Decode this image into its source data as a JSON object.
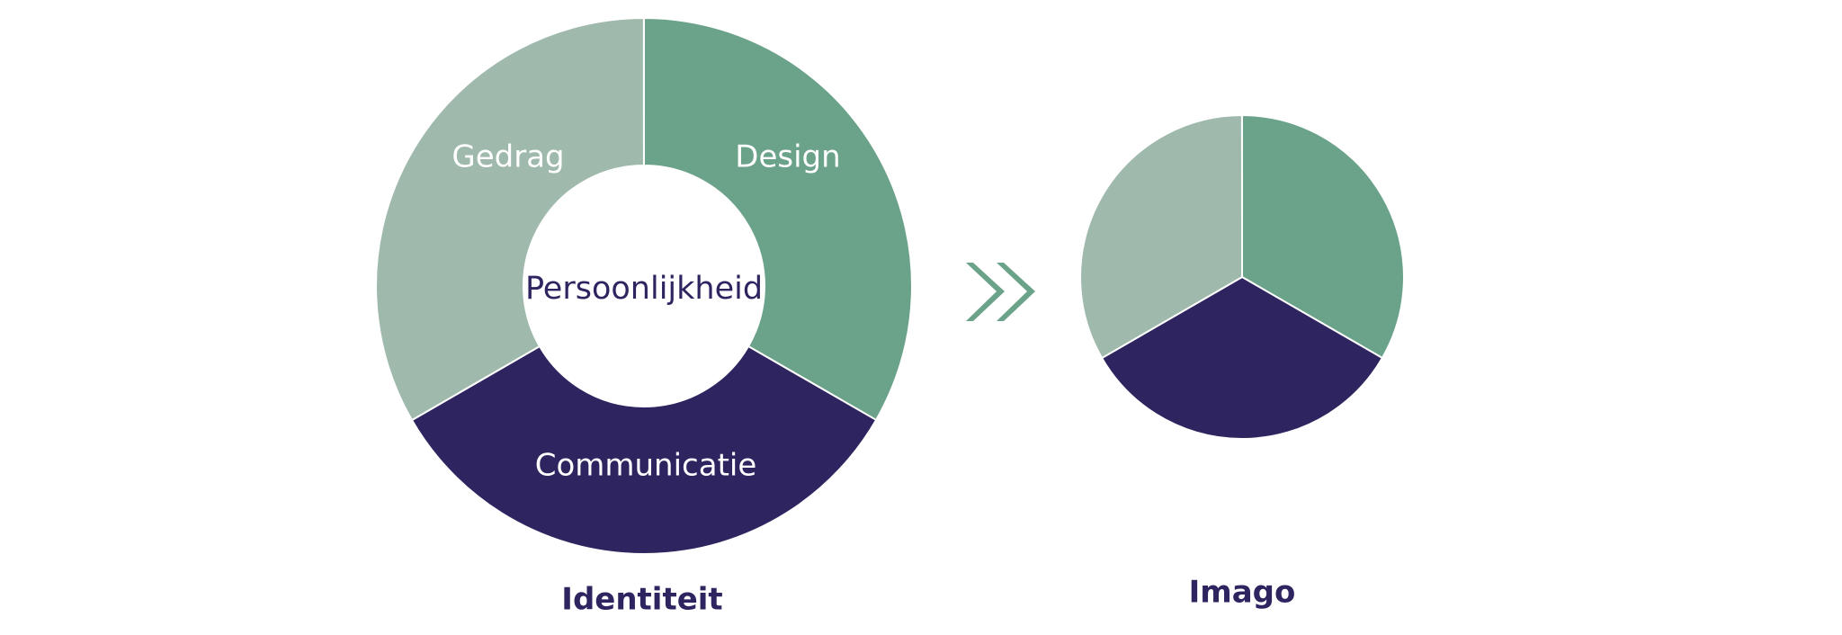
{
  "colors": {
    "design": "#6ba28a",
    "gedrag": "#9fbaad",
    "communicatie": "#2e2560",
    "arrow": "#6ba28a",
    "text_dark": "#2e2560",
    "text_light": "#ffffff",
    "separator": "#ffffff"
  },
  "identity": {
    "caption": "Identiteit",
    "center_label": "Persoonlijkheid",
    "segments": [
      {
        "id": "design",
        "label": "Design",
        "share": 0.3333,
        "color": "#6ba28a"
      },
      {
        "id": "communicatie",
        "label": "Communicatie",
        "share": 0.3333,
        "color": "#2e2560"
      },
      {
        "id": "gedrag",
        "label": "Gedrag",
        "share": 0.3333,
        "color": "#9fbaad"
      }
    ]
  },
  "image_pie": {
    "caption": "Imago",
    "segments": [
      {
        "id": "design",
        "share": 0.3333,
        "color": "#6ba28a"
      },
      {
        "id": "communicatie",
        "share": 0.3333,
        "color": "#2e2560"
      },
      {
        "id": "gedrag",
        "share": 0.3333,
        "color": "#9fbaad"
      }
    ]
  },
  "connector": {
    "icon": "double-chevron-right-icon"
  }
}
